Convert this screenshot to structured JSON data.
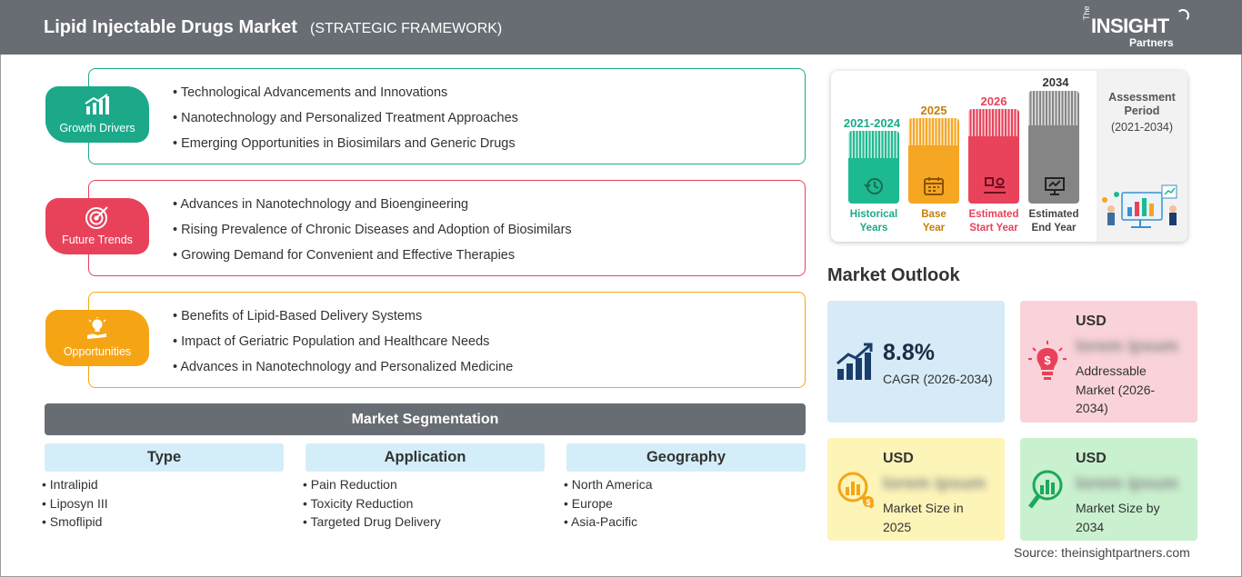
{
  "header": {
    "title": "Lipid Injectable Drugs Market",
    "subtitle": "(STRATEGIC FRAMEWORK)",
    "logo_the": "The",
    "logo_insight": "INSIGHT",
    "logo_partners": "Partners"
  },
  "framework": [
    {
      "label": "Growth Drivers",
      "icon": "bar-growth-icon",
      "color": "#1ba98a",
      "items": [
        "Technological Advancements and Innovations",
        "Nanotechnology and Personalized Treatment Approaches",
        "Emerging Opportunities in Biosimilars and Generic Drugs"
      ]
    },
    {
      "label": "Future Trends",
      "icon": "target-icon",
      "color": "#e8425a",
      "items": [
        "Advances in Nanotechnology and Bioengineering",
        "Rising Prevalence of Chronic Diseases and Adoption of Biosimilars",
        "Growing Demand for Convenient and Effective Therapies"
      ]
    },
    {
      "label": "Opportunities",
      "icon": "lightbulb-hand-icon",
      "color": "#f5a514",
      "items": [
        "Benefits of Lipid-Based Delivery Systems",
        "Impact of Geriatric Population and Healthcare Needs",
        "Advances in Nanotechnology and Personalized Medicine"
      ]
    }
  ],
  "segmentation": {
    "title": "Market Segmentation",
    "columns": [
      {
        "heading": "Type",
        "items": [
          "Intralipid",
          "Liposyn III",
          "Smoflipid"
        ]
      },
      {
        "heading": "Application",
        "items": [
          "Pain Reduction",
          "Toxicity Reduction",
          "Targeted Drug Delivery"
        ]
      },
      {
        "heading": "Geography",
        "items": [
          "North America",
          "Europe",
          "Asia-Pacific"
        ]
      }
    ]
  },
  "timeline": {
    "bars": [
      {
        "year": "2021-2024",
        "label_1": "Historical",
        "label_2": "Years",
        "color": "#1db98f",
        "icon": "history-clock-icon"
      },
      {
        "year": "2025",
        "label_1": "Base",
        "label_2": "Year",
        "color": "#f5a623",
        "icon": "calendar-icon"
      },
      {
        "year": "2026",
        "label_1": "Estimated",
        "label_2": "Start Year",
        "color": "#e8435b",
        "icon": "chart-desk-icon"
      },
      {
        "year": "2034",
        "label_1": "Estimated",
        "label_2": "End Year",
        "color": "#858585",
        "icon": "presentation-icon"
      }
    ],
    "assessment_label_1": "Assessment",
    "assessment_label_2": "Period",
    "assessment_period": "(2021-2034)"
  },
  "outlook": {
    "title": "Market Outlook",
    "cagr_value": "8.8%",
    "cagr_label": "CAGR (2026-2034)",
    "addressable": {
      "currency": "USD",
      "value": "lorem ipsum",
      "label_1": "Addressable",
      "label_2": "Market (2026-",
      "label_3": "2034)"
    },
    "size_2025": {
      "currency": "USD",
      "value": "lorem ipsum",
      "label_1": "Market Size in",
      "label_2": "2025"
    },
    "size_2034": {
      "currency": "USD",
      "value": "lorem ipsum",
      "label_1": "Market Size by",
      "label_2": "2034"
    },
    "colors": {
      "cagr": "#d6ebf7",
      "addressable": "#f9d3d9",
      "size_2025": "#fdf4b8",
      "size_2034": "#c9f0cf"
    }
  },
  "source": "Source: theinsightpartners.com"
}
